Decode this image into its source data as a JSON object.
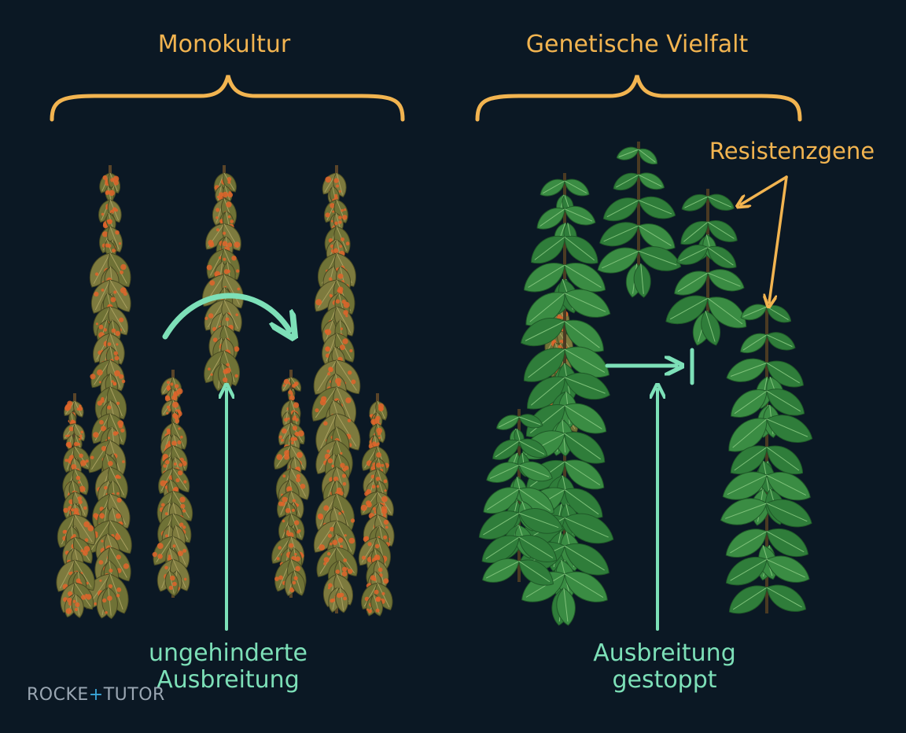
{
  "diagram": {
    "left_title": "Monokultur",
    "right_title": "Genetische Vielfalt",
    "resistance_label": "Resistenzgene",
    "left_caption": [
      "ungehinderte",
      "Ausbreitung"
    ],
    "right_caption": [
      "Ausbreitung",
      "gestoppt"
    ]
  },
  "branding": {
    "text_left": "ROCKE",
    "text_mid": "+",
    "text_right": "TUTOR"
  },
  "colors": {
    "background": "#0b1824",
    "accent_orange": "#f2b450",
    "accent_green": "#7de0b8",
    "healthy_leaf": "#2f7d3a",
    "diseased_leaf": "#7a7a3c",
    "rust_spot": "#e0642a"
  }
}
